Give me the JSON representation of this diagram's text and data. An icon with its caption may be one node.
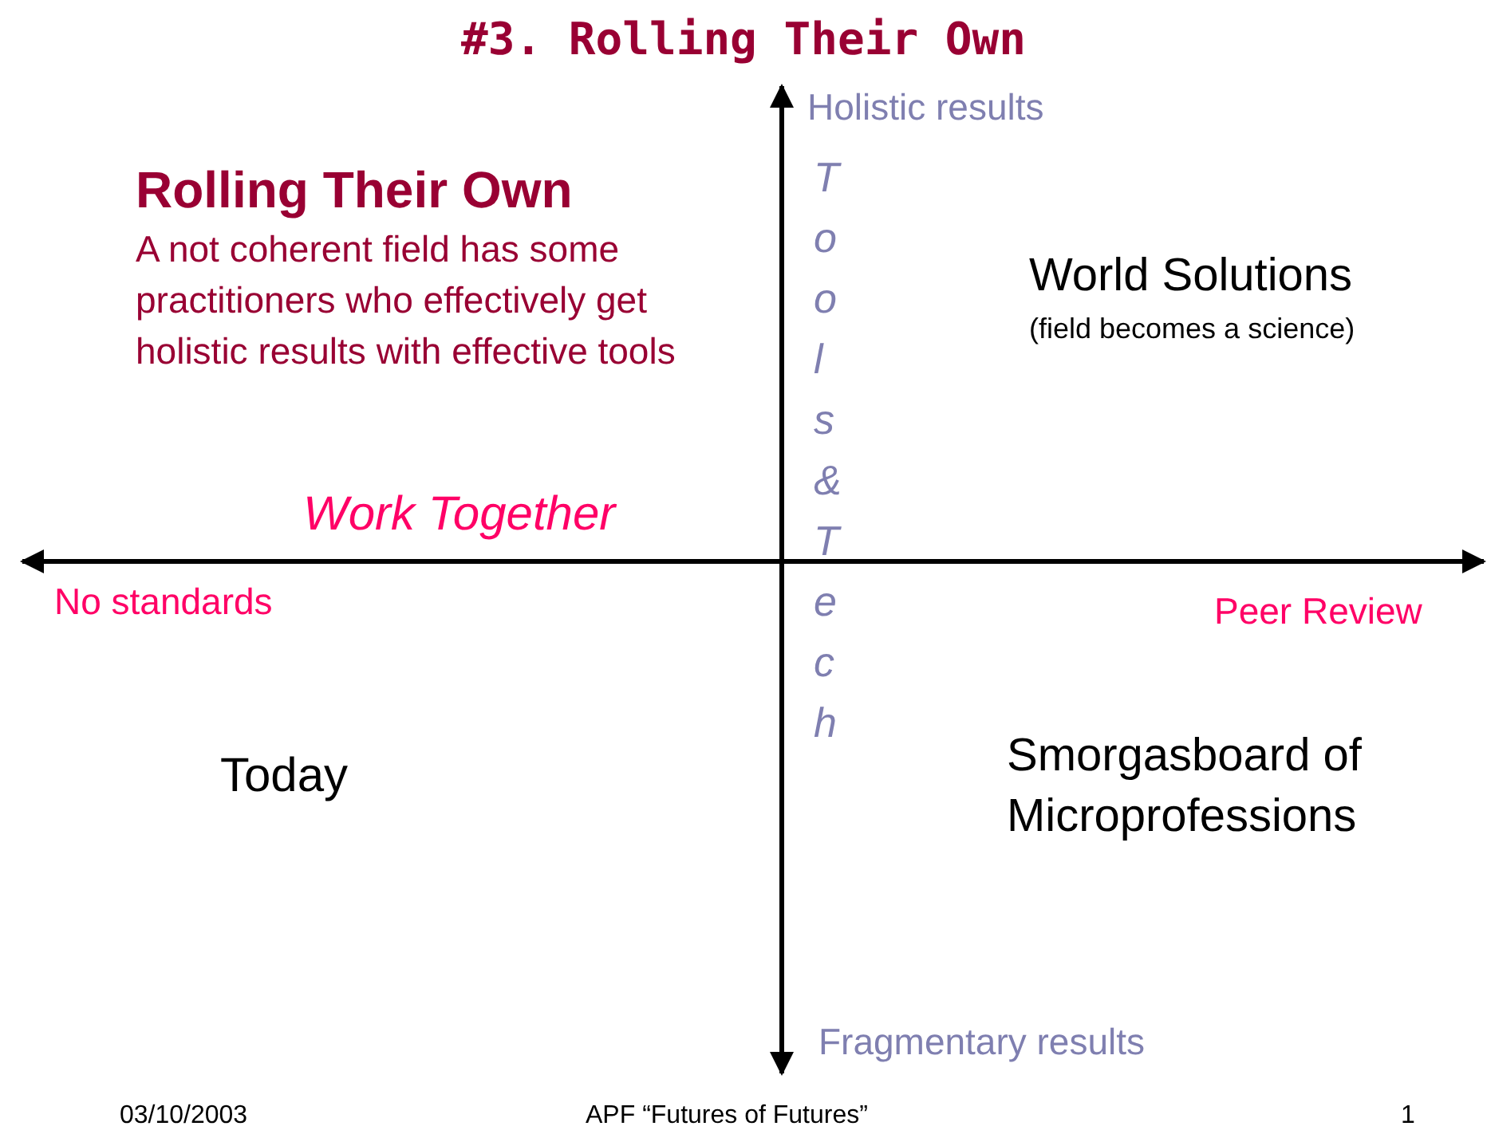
{
  "diagram": {
    "title": "#3. Rolling Their Own",
    "labels": [
      "Holistic results",
      "Rolling Their Own",
      "A not coherent field has some practitioners who effectively get holistic results with effective tools",
      "Tools & Tech",
      "World Solutions",
      "(field becomes a science)",
      "Work Together",
      "No standards",
      "Peer Review",
      "Today",
      "Smorgasboard of Microprofessions",
      "Fragmentary results",
      "03/10/2003",
      "APF “Futures of Futures”",
      "1"
    ]
  }
}
